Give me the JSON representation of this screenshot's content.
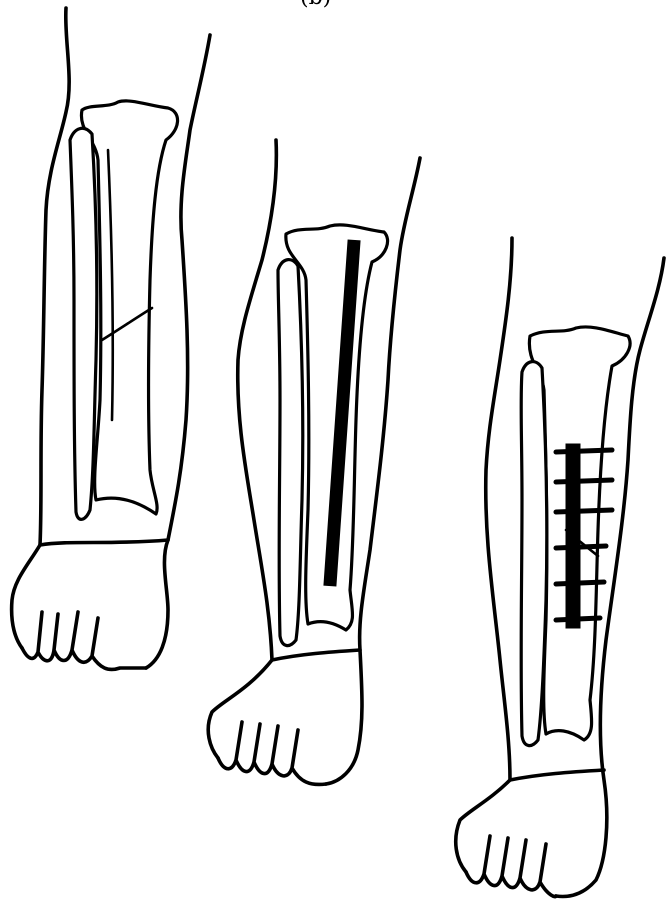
{
  "figure": {
    "caption_label": "(b)",
    "panels": [
      {
        "id": "fracture",
        "implant": "none"
      },
      {
        "id": "intramedullary-nail",
        "implant": "nail"
      },
      {
        "id": "plate-fixation",
        "implant": "plate",
        "screw_count": 6
      }
    ],
    "colors": {
      "ink": "#000000",
      "background": "#ffffff"
    }
  }
}
